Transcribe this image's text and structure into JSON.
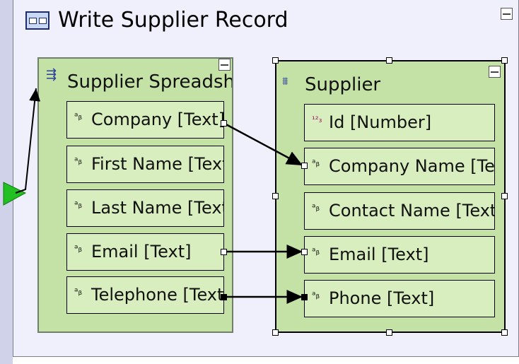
{
  "record": {
    "title": "Write Supplier Record",
    "title_icon": "record-icon",
    "collapse_icon": "minus-icon"
  },
  "source": {
    "title": "Supplier Spreadsheet",
    "icon": "spreadsheet-icon",
    "fields": [
      {
        "label": "Company [Text]",
        "icon": "text-type-icon"
      },
      {
        "label": "First Name [Text]",
        "icon": "text-type-icon"
      },
      {
        "label": "Last Name [Text]",
        "icon": "text-type-icon"
      },
      {
        "label": "Email [Text]",
        "icon": "text-type-icon"
      },
      {
        "label": "Telephone [Text]",
        "icon": "text-type-icon"
      }
    ]
  },
  "target": {
    "title": "Supplier",
    "icon": "database-table-icon",
    "fields": [
      {
        "label": "Id [Number]",
        "icon": "number-type-icon"
      },
      {
        "label": "Company Name [Text]",
        "icon": "text-type-icon"
      },
      {
        "label": "Contact Name [Text]",
        "icon": "text-type-icon"
      },
      {
        "label": "Email [Text]",
        "icon": "text-type-icon"
      },
      {
        "label": "Phone [Text]",
        "icon": "text-type-icon"
      }
    ]
  },
  "mappings": [
    {
      "from": "Company [Text]",
      "to": "Company Name [Text]"
    },
    {
      "from": "Email [Text]",
      "to": "Email [Text]"
    },
    {
      "from": "Telephone [Text]",
      "to": "Phone [Text]"
    }
  ],
  "colors": {
    "canvas": "#eff0fb",
    "box": "#c5e2a6",
    "field": "#d8eebe",
    "port": "#22c022"
  }
}
